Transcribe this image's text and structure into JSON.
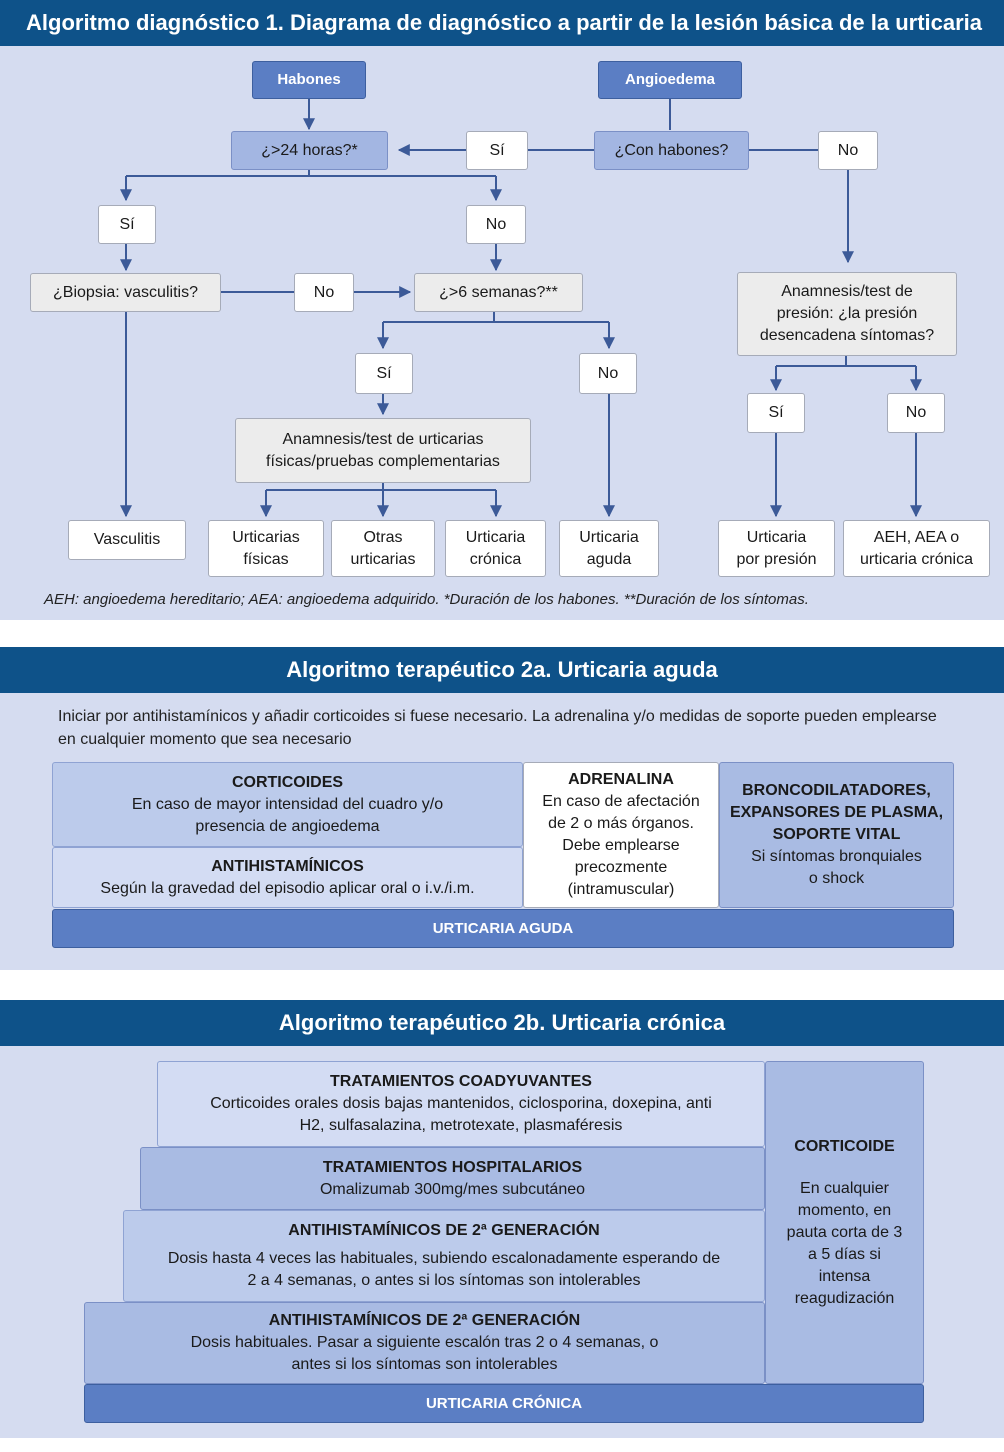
{
  "section1": {
    "title": "Algoritmo diagnóstico 1.  Diagrama de diagnóstico a partir de la lesión básica de la urticaria",
    "nodes": {
      "habones": "Habones",
      "angioedema": "Angioedema",
      "mas24": "¿>24 horas?*",
      "si_top": "Sí",
      "con_habones": "¿Con habones?",
      "no_top": "No",
      "si_left": "Sí",
      "no_mid": "No",
      "biopsia": "¿Biopsia: vasculitis?",
      "no_biopsia": "No",
      "mas6": "¿>6 semanas?**",
      "presion": "Anamnesis/test de presión: ¿la presión desencadena síntomas?",
      "si_6": "Sí",
      "no_6": "No",
      "si_presion": "Sí",
      "no_presion": "No",
      "anamnesis_fisicas": "Anamnesis/test de urticarias físicas/pruebas complementarias",
      "vasculitis": "Vasculitis",
      "urt_fisicas": "Urticarias físicas",
      "otras": "Otras urticarias",
      "cronica": "Urticaria crónica",
      "aguda": "Urticaria aguda",
      "por_presion": "Urticaria por presión",
      "aeh": "AEH, AEA o urticaria crónica"
    },
    "footnote": "AEH: angioedema hereditario;  AEA: angioedema adquirido.  *Duración de los habones.  **Duración de los síntomas."
  },
  "section2a": {
    "title": "Algoritmo terapéutico 2a.  Urticaria aguda",
    "intro": "Iniciar por antihistamínicos y añadir corticoides si fuese necesario. La adrenalina y/o medidas de soporte pueden emplearse en cualquier momento que sea necesario",
    "corticoides_title": "CORTICOIDES",
    "corticoides_text": "En caso de mayor intensidad del cuadro y/o presencia de angioedema",
    "antih_title": "ANTIHISTAMÍNICOS",
    "antih_text": "Según la gravedad del episodio aplicar oral o i.v./i.m.",
    "adrenalina_title": "ADRENALINA",
    "adrenalina_text": "En caso de afectación de 2 o más órganos. Debe emplearse precozmente (intramuscular)",
    "bronco_title": "BRONCODILATADORES, EXPANSORES DE PLASMA, SOPORTE VITAL",
    "bronco_text": "Si síntomas bronquiales o shock",
    "base": "URTICARIA AGUDA"
  },
  "section2b": {
    "title": "Algoritmo terapéutico 2b.  Urticaria crónica",
    "step4_title": "TRATAMIENTOS COADYUVANTES",
    "step4_text": "Corticoides orales dosis bajas mantenidos, ciclosporina, doxepina, anti H2, sulfasalazina, metrotexate, plasmaféresis",
    "step3_title": "TRATAMIENTOS HOSPITALARIOS",
    "step3_text": "Omalizumab 300mg/mes subcutáneo",
    "step2_title": "ANTIHISTAMÍNICOS DE 2ª GENERACIÓN",
    "step2_text": "Dosis hasta 4 veces las habituales, subiendo escalonadamente esperando de 2 a 4 semanas, o antes si los síntomas son intolerables",
    "step1_title": "ANTIHISTAMÍNICOS DE 2ª GENERACIÓN",
    "step1_text": "Dosis habituales. Pasar a siguiente escalón tras 2 o 4 semanas, o antes si los síntomas son intolerables",
    "corticoide_title": "CORTICOIDE",
    "corticoide_text": "En cualquier momento, en pauta corta de 3 a 5 días si intensa reagudización",
    "base": "URTICARIA CRÓNICA"
  }
}
